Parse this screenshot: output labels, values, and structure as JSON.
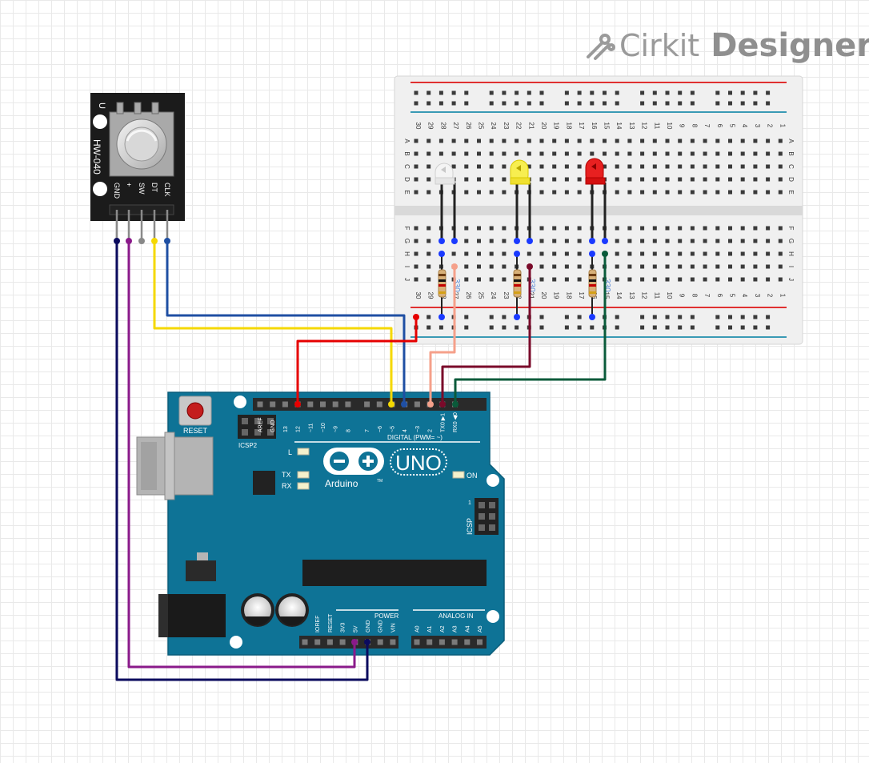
{
  "brand": {
    "name_a": "Cirkit",
    "name_b": "Designer"
  },
  "encoder": {
    "model": "HW-040",
    "pins": [
      "GND",
      "+",
      "SW",
      "DT",
      "CLK"
    ]
  },
  "breadboard": {
    "col_numbers": [
      "30",
      "29",
      "28",
      "27",
      "26",
      "25",
      "24",
      "23",
      "22",
      "21",
      "20",
      "19",
      "18",
      "17",
      "16",
      "15",
      "14",
      "13",
      "12",
      "11",
      "10",
      "9",
      "8",
      "7",
      "6",
      "5",
      "4",
      "3",
      "2",
      "1"
    ],
    "rows_top": [
      "A",
      "B",
      "C",
      "D",
      "E"
    ],
    "rows_bottom": [
      "F",
      "G",
      "H",
      "I",
      "J"
    ]
  },
  "arduino": {
    "reset_label": "RESET",
    "icsp2_label": "ICSP2",
    "icsp_label": "ICSP",
    "icsp_pin1": "1",
    "digital_label": "DIGITAL (PWM= ",
    "digital_tilde": "~",
    "digital_close": ")",
    "digital_pins": [
      "AREF",
      "GND",
      "13",
      "12",
      "~11",
      "~10",
      "~9",
      "8",
      "7",
      "~6",
      "~5",
      "4",
      "~3",
      "2",
      "TX0 ▶1",
      "RX0 ◀0"
    ],
    "led_l": "L",
    "led_tx": "TX",
    "led_rx": "RX",
    "led_on": "ON",
    "logo_text": "Arduino",
    "uno_text": "UNO",
    "tm": "TM",
    "power_label": "POWER",
    "analog_label": "ANALOG IN",
    "power_pins": [
      "IOREF",
      "RESET",
      "3V3",
      "5V",
      "GND",
      "GND",
      "VIN"
    ],
    "analog_pins": [
      "A0",
      "A1",
      "A2",
      "A3",
      "A4",
      "A5"
    ]
  },
  "colors": {
    "board": "#0e6f8f",
    "wire_gnd": "#0b0b5e",
    "wire_5v": "#8a1a8a",
    "wire_sw": "#888888",
    "wire_dt": "#f5d800",
    "wire_clk": "#1f4fa3",
    "wire_red": "#e60000",
    "wire_salmon": "#f5a08a",
    "wire_maroon": "#7a0a2a",
    "wire_green": "#0a5a3a"
  }
}
